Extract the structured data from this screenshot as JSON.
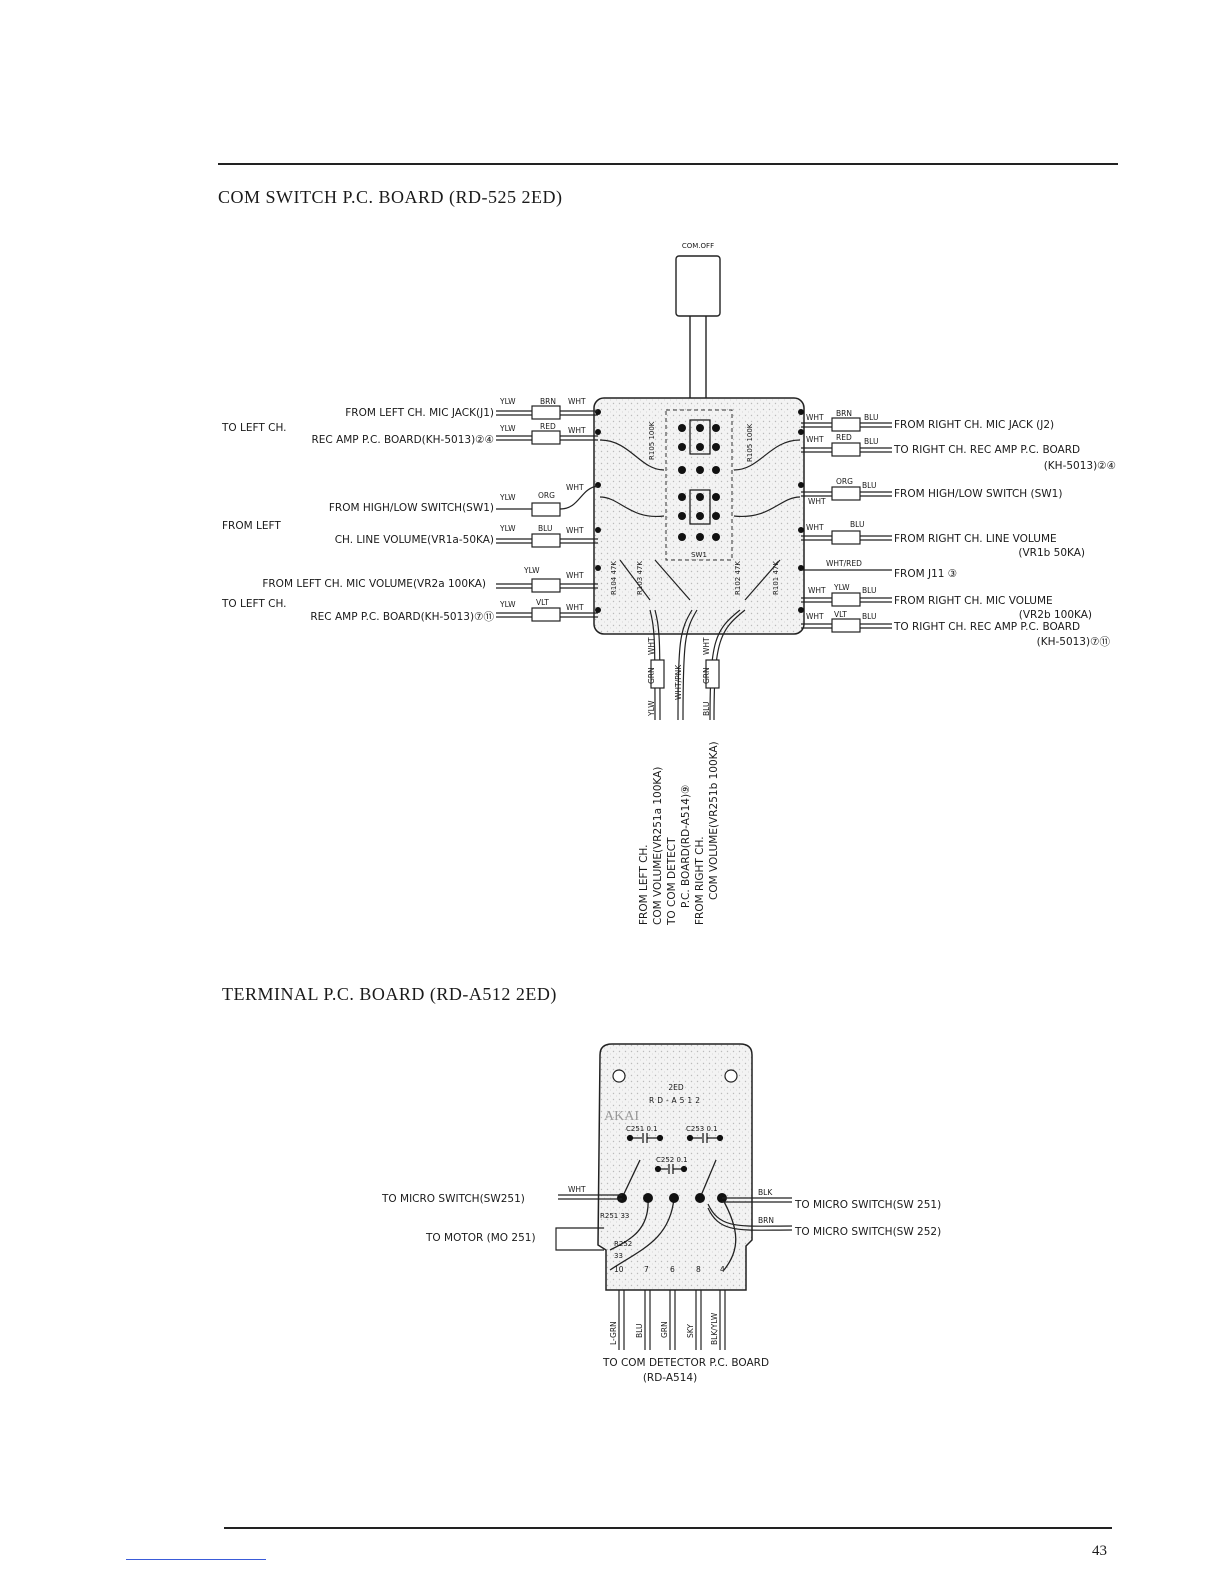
{
  "section1": {
    "title": "COM SWITCH P.C. BOARD (RD-525 2ED)",
    "switch_label": "COM.OFF",
    "board_labels": [
      "R105 100K",
      "R105 100K",
      "SW1",
      "R104 47K",
      "R103 47K",
      "R102 47K",
      "R101 47K"
    ],
    "left": [
      {
        "text": "FROM  LEFT  CH.  MIC  JACK(J1)",
        "wires": [
          "YLW",
          "BRN",
          "WHT"
        ]
      },
      {
        "text": "TO  LEFT  CH.",
        "wires": []
      },
      {
        "text": "REC  AMP   P.C. BOARD(KH-5013)②④",
        "wires": [
          "YLW",
          "RED",
          "WHT"
        ]
      },
      {
        "text": "FROM  HIGH/LOW  SWITCH(SW1)",
        "wires": [
          "YLW",
          "ORG",
          "WHT"
        ]
      },
      {
        "text": "FROM   LEFT",
        "wires": []
      },
      {
        "text": "CH.  LINE  VOLUME(VR1a-50KA)",
        "wires": [
          "YLW",
          "BLU",
          "WHT"
        ]
      },
      {
        "text": "FROM  LEFT  CH.  MIC  VOLUME(VR2a 100KA)",
        "wires": [
          "YLW",
          "WHT"
        ]
      },
      {
        "text": "TO  LEFT  CH.",
        "wires": []
      },
      {
        "text": "REC   AMP   P.C. BOARD(KH-5013)⑦⑪",
        "wires": [
          "YLW",
          "VLT",
          "WHT"
        ]
      }
    ],
    "right": [
      {
        "text": "FROM  RIGHT  CH.  MIC  JACK (J2)",
        "wires": [
          "WHT",
          "BRN",
          "BLU"
        ]
      },
      {
        "text": "TO  RIGHT  CH.  REC  AMP  P.C. BOARD",
        "wires": [
          "WHT",
          "RED",
          "BLU"
        ]
      },
      {
        "text": "(KH-5013)②④",
        "wires": []
      },
      {
        "text": "FROM  HIGH/LOW  SWITCH (SW1)",
        "wires": [
          "WHT",
          "ORG",
          "BLU"
        ]
      },
      {
        "text": "FROM  RIGHT  CH.  LINE  VOLUME",
        "wires": [
          "WHT",
          "BLU"
        ]
      },
      {
        "text": "(VR1b  50KA)",
        "wires": []
      },
      {
        "text": "FROM   J11 ③",
        "wires": [
          "WHT/RED"
        ]
      },
      {
        "text": "FROM  RIGHT  CH.  MIC  VOLUME",
        "wires": [
          "WHT",
          "YLW",
          "BLU"
        ]
      },
      {
        "text": "(VR2b  100KA)",
        "wires": []
      },
      {
        "text": "TO  RIGHT  CH.  REC  AMP  P.C.  BOARD",
        "wires": [
          "WHT",
          "VLT",
          "BLU"
        ]
      },
      {
        "text": "(KH-5013)⑦⑪",
        "wires": []
      }
    ],
    "bottom_wires": [
      "WHT",
      "GRN",
      "YLW",
      "WHT/PNK",
      "WHT",
      "GRN",
      "BLU"
    ],
    "bottom_labels": [
      "FROM  LEFT  CH.",
      "COM  VOLUME(VR251a  100KA)",
      "TO  COM  DETECT",
      "P.C.  BOARD(RD-A514)⑨",
      "FROM  RIGHT  CH.",
      "COM  VOLUME(VR251b  100KA)"
    ]
  },
  "section2": {
    "title": "TERMINAL P.C. BOARD (RD-A512 2ED)",
    "board_text": [
      "2ED",
      "RD-A512",
      "AKAI"
    ],
    "caps": [
      "C251  0.1",
      "C253  0.1",
      "C252  0.1"
    ],
    "resistors": [
      "R251  33",
      "R252",
      "33"
    ],
    "pins": [
      "10",
      "7",
      "6",
      "8",
      "4"
    ],
    "left": [
      {
        "text": "TO   MICRO   SWITCH(SW251)",
        "wire": "WHT"
      },
      {
        "text": "TO   MOTOR  (MO 251)",
        "wire": ""
      }
    ],
    "right": [
      {
        "text": "TO  MICRO  SWITCH(SW 251)",
        "wire": "BLK"
      },
      {
        "text": "TO  MICRO  SWITCH(SW 252)",
        "wire": "BRN"
      }
    ],
    "bottom_wires": [
      "L-GRN",
      "BLU",
      "GRN",
      "SKY",
      "BLK/YLW"
    ],
    "bottom_label_1": "TO  COM  DETECTOR  P.C. BOARD",
    "bottom_label_2": "(RD-A514)"
  },
  "page_number": "43"
}
